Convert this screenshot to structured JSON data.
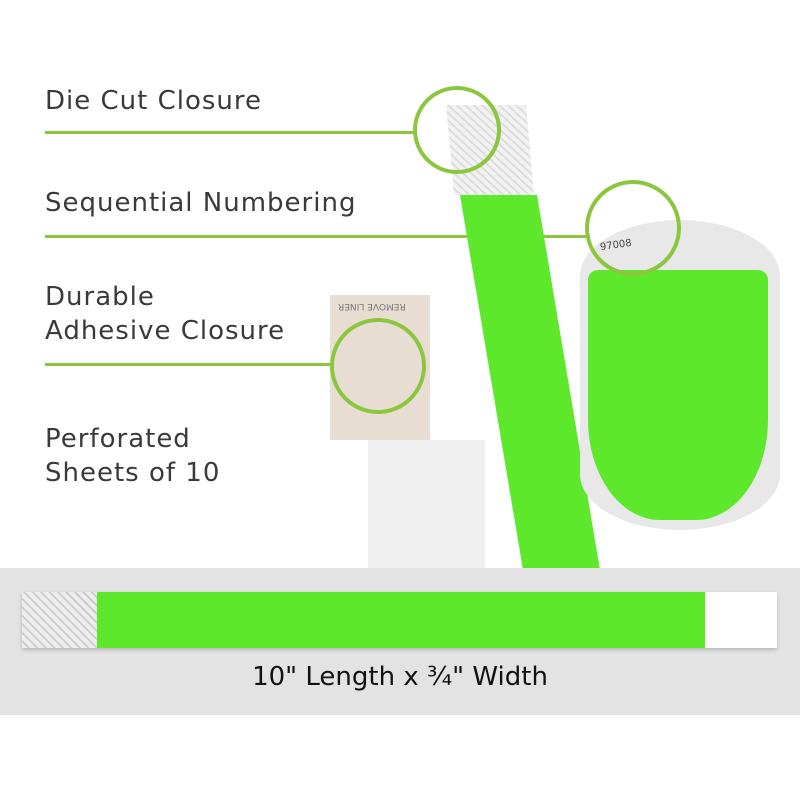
{
  "features": [
    {
      "lines": [
        "Die Cut Closure"
      ]
    },
    {
      "lines": [
        "Sequential Numbering"
      ]
    },
    {
      "lines": [
        "Durable",
        "Adhesive Closure"
      ]
    },
    {
      "lines": [
        "Perforated",
        "Sheets of 10"
      ]
    }
  ],
  "product": {
    "liner_text": "REMOVE LINER",
    "serial_number": "97008",
    "dimensions": "10\" Length x ¾\" Width"
  },
  "colors": {
    "accent": "#8cc63f",
    "band": "#5ee82c"
  }
}
